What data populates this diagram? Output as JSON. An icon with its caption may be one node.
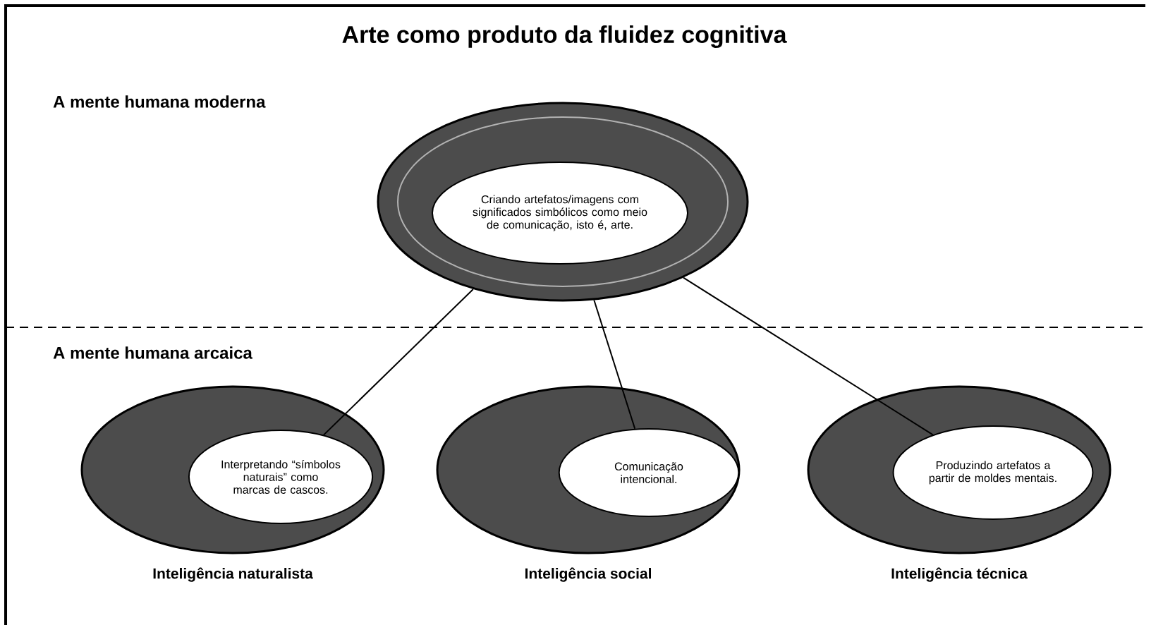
{
  "diagram": {
    "title": "Arte como produto da fluidez cognitiva",
    "nodes": [
      {
        "text": [],
        "shape": "ellipse"
      },
      {
        "text": [
          "Criando artefatos/imagens com significados simbólicos como meio de comunicação, isto é, arte."
        ],
        "in": 0
      },
      {
        "text": [
          "Inteligência naturalista"
        ]
      },
      {
        "text": [
          "Interpretando “símbolos naturais” como marcas de cascos."
        ],
        "in": 2
      },
      {
        "text": [
          "Inteligência social"
        ]
      },
      {
        "text": [
          "Comunicação intencional."
        ],
        "in": 4
      },
      {
        "text": [
          "Inteligência técnica"
        ]
      },
      {
        "text": [
          "Produzindo artefatos a partir de moldes mentais."
        ],
        "in": 6
      }
    ],
    "edges": [
      {
        "from": 0,
        "to": 3,
        "arrow": "none"
      },
      {
        "from": 0,
        "to": 5,
        "arrow": "none"
      },
      {
        "from": 0,
        "to": 7,
        "arrow": "none"
      }
    ],
    "labels": [
      "A mente humana moderna",
      "A mente humana arcaica"
    ]
  }
}
